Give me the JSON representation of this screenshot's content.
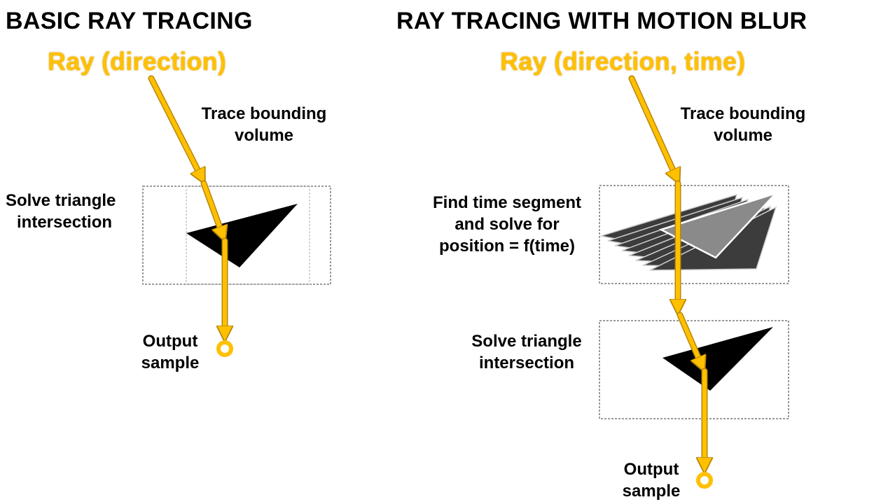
{
  "left": {
    "title": "BASIC RAY TRACING",
    "ray_label": "Ray (direction)",
    "trace_label_1": "Trace bounding",
    "trace_label_2": "volume",
    "solve_label_1": "Solve triangle",
    "solve_label_2": "intersection",
    "output_label_1": "Output",
    "output_label_2": "sample"
  },
  "right": {
    "title": "RAY TRACING WITH MOTION BLUR",
    "ray_label": "Ray (direction, time)",
    "trace_label_1": "Trace bounding",
    "trace_label_2": "volume",
    "find_label_1": "Find time segment",
    "find_label_2": "and solve for",
    "find_label_3": "position = f(time)",
    "solve_label_1": "Solve triangle",
    "solve_label_2": "intersection",
    "output_label_1": "Output",
    "output_label_2": "sample"
  },
  "colors": {
    "ray": "#ffc000",
    "ray_outline": "#b8860b",
    "triangle": "#000000",
    "box_border": "#9a9a9a"
  }
}
